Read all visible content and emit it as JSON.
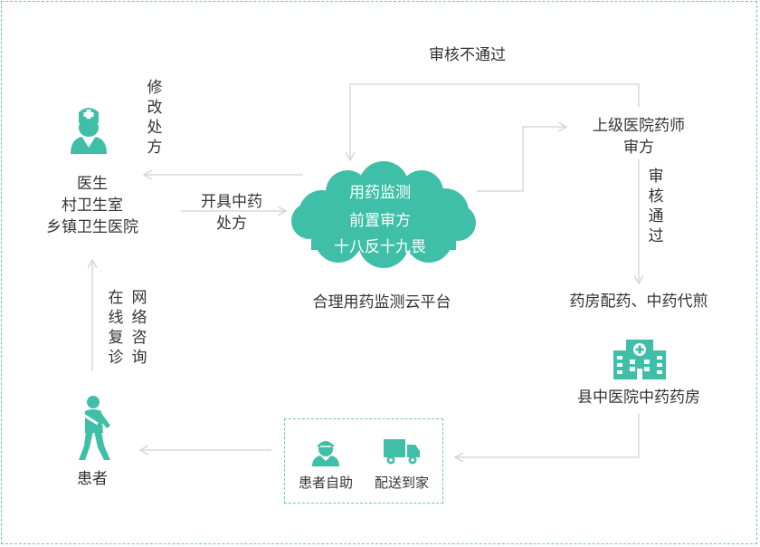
{
  "colors": {
    "accent": "#3fbfa7",
    "arrow": "#d9d9d9",
    "text": "#333333",
    "cloud_text": "#ffffff"
  },
  "doctor": {
    "icon": "doctor-icon",
    "lines": [
      "医生",
      "村卫生室",
      "乡镇卫生医院"
    ]
  },
  "labels": {
    "modify_prescription": [
      "修",
      "改",
      "处",
      "方"
    ],
    "open_prescription": [
      "开具中药",
      "处方"
    ],
    "review_rejected": "审核不通过",
    "review_passed": [
      "审",
      "核",
      "通",
      "过"
    ],
    "online_consult_col1": [
      "在",
      "线",
      "复",
      "诊"
    ],
    "online_consult_col2": [
      "网",
      "络",
      "咨",
      "询"
    ]
  },
  "cloud": {
    "lines": [
      "用药监测",
      "前置审方",
      "十八反十九畏"
    ],
    "caption": "合理用药监测云平台"
  },
  "pharmacist": {
    "lines": [
      "上级医院药师",
      "审方"
    ]
  },
  "pharmacy_step": "药房配药、中药代煎",
  "hospital": {
    "icon": "hospital-icon",
    "label": "县中医院中药药房"
  },
  "delivery": {
    "options": [
      {
        "icon": "nurse-icon",
        "label": "患者自助"
      },
      {
        "icon": "truck-icon",
        "label": "配送到家"
      }
    ]
  },
  "patient": {
    "icon": "patient-icon",
    "label": "患者"
  }
}
